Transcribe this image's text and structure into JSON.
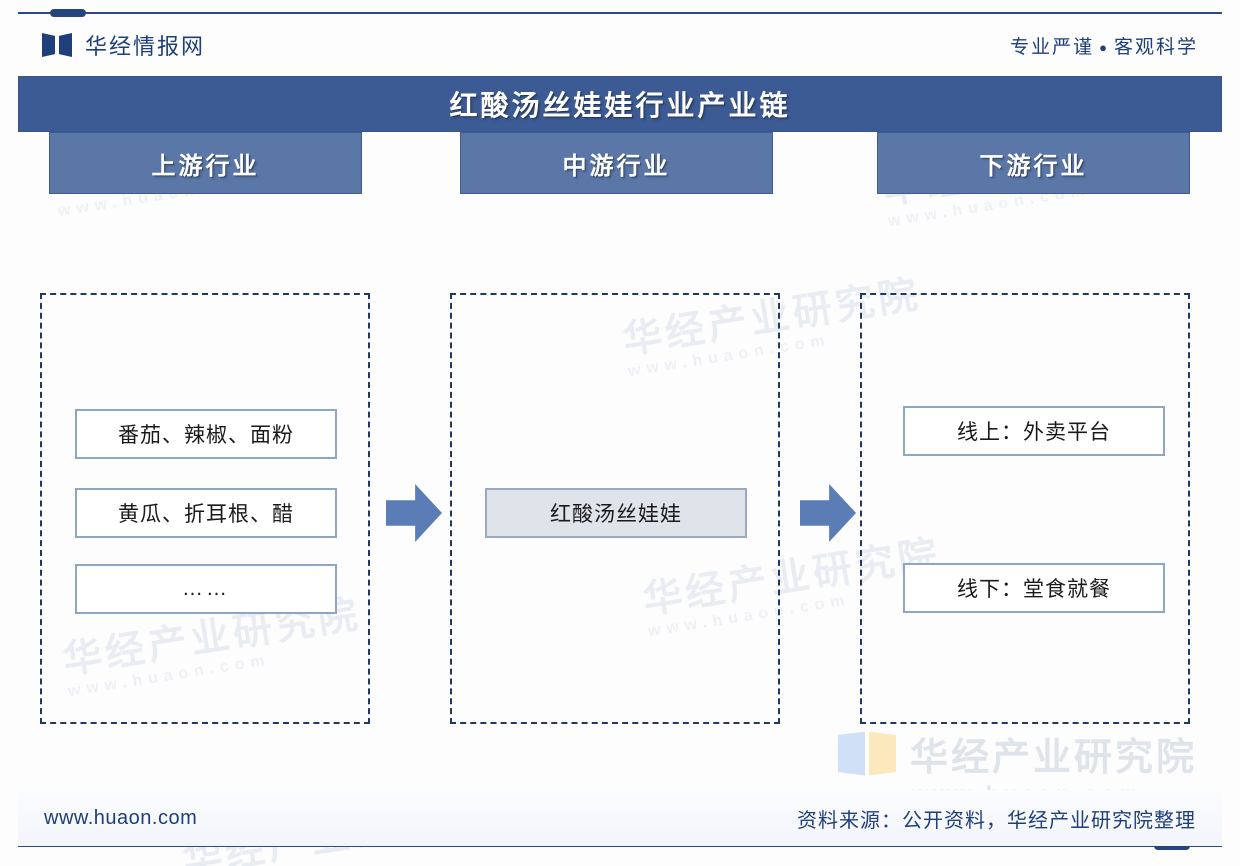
{
  "header": {
    "brand_name": "华经情报网",
    "brand_logo_icon": "book-logo-icon",
    "slogan_left": "专业严谨",
    "slogan_dot": "●",
    "slogan_right": "客观科学"
  },
  "title": {
    "text": "红酸汤丝娃娃行业产业链"
  },
  "diagram": {
    "columns": [
      {
        "key": "upstream",
        "head": "上游行业",
        "nodes": [
          {
            "label": "番茄、辣椒、面粉"
          },
          {
            "label": "黄瓜、折耳根、醋"
          },
          {
            "label": "……"
          }
        ]
      },
      {
        "key": "midstream",
        "head": "中游行业",
        "nodes": [
          {
            "label": "红酸汤丝娃娃"
          }
        ]
      },
      {
        "key": "downstream",
        "head": "下游行业",
        "nodes": [
          {
            "label": "线上：外卖平台"
          },
          {
            "label": "线下：堂食就餐"
          }
        ]
      }
    ],
    "arrows": [
      {
        "name": "arrow-upstream-to-midstream",
        "icon": "arrow-right-icon"
      },
      {
        "name": "arrow-midstream-to-downstream",
        "icon": "arrow-right-icon"
      }
    ]
  },
  "watermark": {
    "cn": "华经产业研究院",
    "url": "www.huaon.com",
    "logo_icon": "book-logo-icon"
  },
  "footer": {
    "site": "www.huaon.com",
    "source": "资料来源：公开资料，华经产业研究院整理"
  },
  "colors": {
    "navy": "#1f3f7a",
    "title_band": "#3c5a94",
    "col_head": "#5b77a8",
    "dash_border": "#1f3864",
    "arrow": "#5b7db5",
    "node_border": "#8fa5c4",
    "accent_node_fill": "#dfe3ea"
  }
}
